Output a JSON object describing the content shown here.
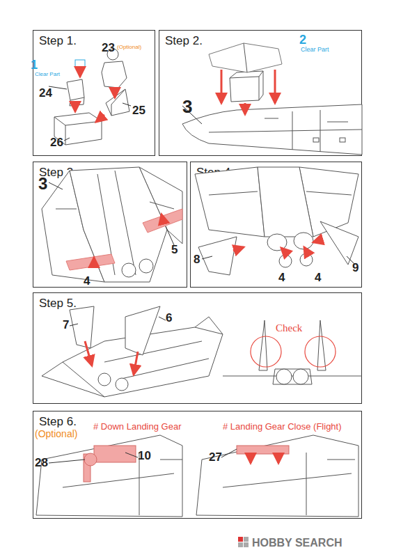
{
  "diagram": {
    "nodes": [
      {
        "text": [
          "Step 1."
        ]
      },
      {
        "text": [
          "Step 2."
        ]
      },
      {
        "text": [
          "Step 3."
        ]
      },
      {
        "text": [
          "Step 4."
        ]
      },
      {
        "text": [
          "Step 5."
        ]
      },
      {
        "text": [
          "Step 6.",
          "(Optional)"
        ]
      }
    ],
    "labels": [
      "1",
      "Clear Part",
      "23",
      "(Optional)",
      "24",
      "25",
      "26",
      "2",
      "Clear Part",
      "3",
      "3",
      "5",
      "4",
      "8",
      "4",
      "4",
      "9",
      "7",
      "6",
      "Check",
      "# Down Landing Gear",
      "# Landing Gear Close (Flight)",
      "28",
      "10",
      "27",
      "HOBBY SEARCH"
    ]
  }
}
